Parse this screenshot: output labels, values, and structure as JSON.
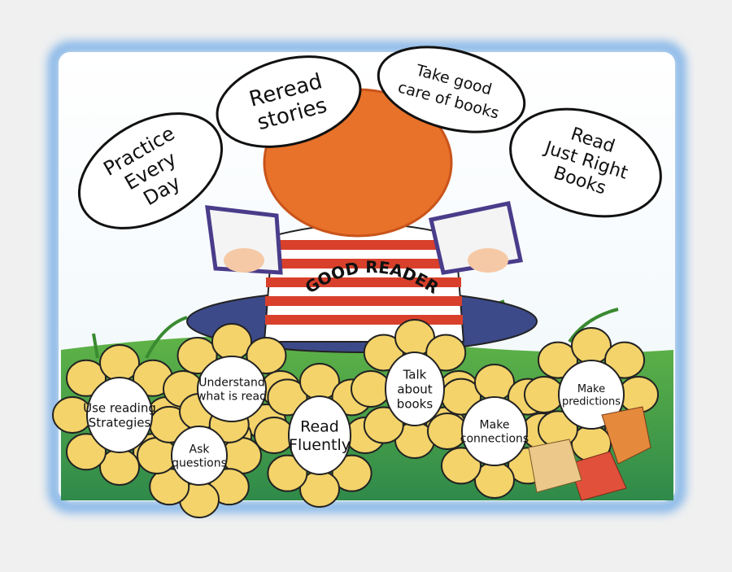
{
  "clouds": [
    {
      "lines": [
        "Practice",
        "Every",
        "Day"
      ]
    },
    {
      "lines": [
        "Reread",
        "stories"
      ]
    },
    {
      "lines": [
        "Take good",
        "care of books"
      ]
    },
    {
      "lines": [
        "Read",
        "Just Right",
        "Books"
      ]
    }
  ],
  "shirt_label": "GOOD READER",
  "flowers": [
    {
      "lines": [
        "Use reading",
        "Strategies"
      ]
    },
    {
      "lines": [
        "Understand",
        "what is read"
      ]
    },
    {
      "lines": [
        "Ask",
        "questions"
      ]
    },
    {
      "lines": [
        "Read",
        "Fluently"
      ]
    },
    {
      "lines": [
        "Talk",
        "about",
        "books"
      ]
    },
    {
      "lines": [
        "Make",
        "connections"
      ]
    },
    {
      "lines": [
        "Make",
        "predictions"
      ]
    }
  ],
  "colors": {
    "background": "#f0f0f0",
    "frame_glow": "#7fb3e8",
    "grass": "#3f9a3c",
    "petal": "#f3d36a",
    "hair": "#e8722a",
    "stripe": "#d8402c",
    "jeans": "#3c4a8a"
  }
}
